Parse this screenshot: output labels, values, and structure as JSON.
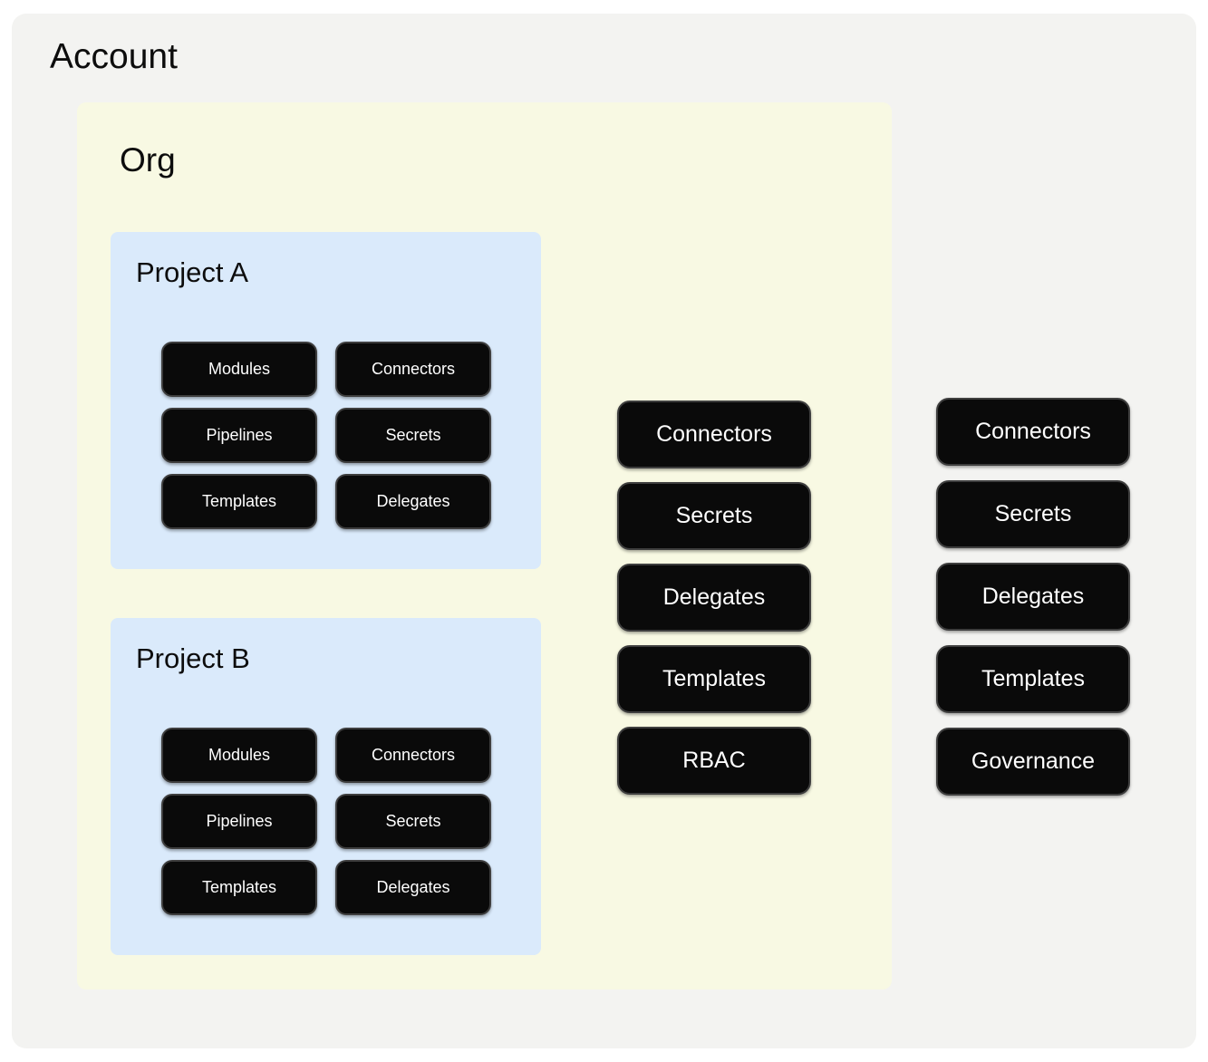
{
  "account": {
    "title": "Account",
    "resources": [
      "Connectors",
      "Secrets",
      "Delegates",
      "Templates",
      "Governance"
    ],
    "org": {
      "title": "Org",
      "resources": [
        "Connectors",
        "Secrets",
        "Delegates",
        "Templates",
        "RBAC"
      ],
      "projects": [
        {
          "title": "Project A",
          "resources": [
            "Modules",
            "Connectors",
            "Pipelines",
            "Secrets",
            "Templates",
            "Delegates"
          ]
        },
        {
          "title": "Project B",
          "resources": [
            "Modules",
            "Connectors",
            "Pipelines",
            "Secrets",
            "Templates",
            "Delegates"
          ]
        }
      ]
    }
  },
  "colors": {
    "page_background": "#ffffff",
    "account_background": "#f3f3f1",
    "org_background": "#f8f9e3",
    "project_background": "#daeafb",
    "node_background": "#0a0a0a",
    "node_border": "#3e3e3e",
    "node_text": "#ffffff",
    "title_text": "#0d0d0d"
  }
}
